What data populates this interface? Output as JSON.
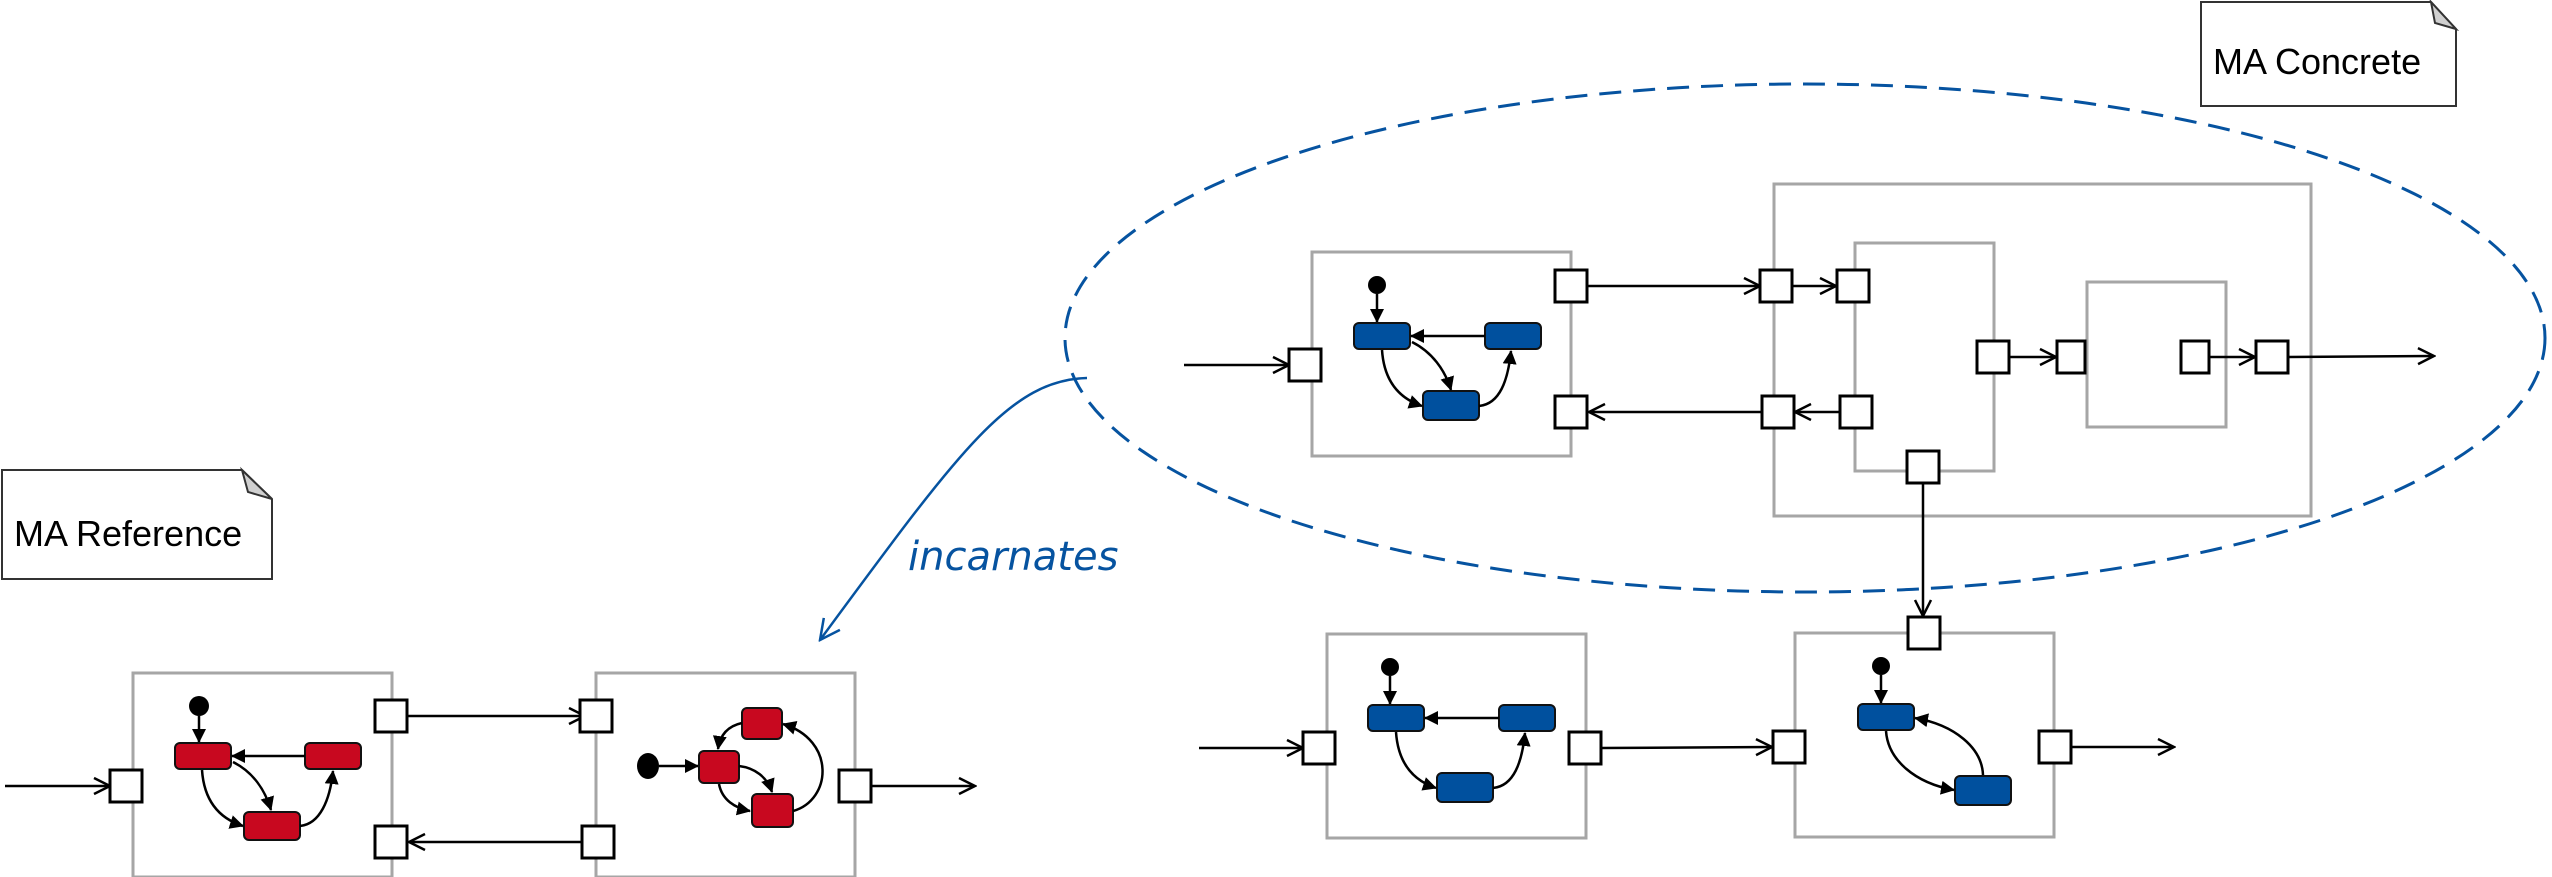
{
  "notes": {
    "reference": "MA Reference",
    "concrete": "MA Concrete"
  },
  "relation": {
    "label": "incarnates"
  },
  "colors": {
    "reference_state": "#c8081f",
    "concrete_state": "#00509e",
    "relation": "#0653a0",
    "component_border": "#a6a6a6",
    "port_border": "#000000"
  }
}
